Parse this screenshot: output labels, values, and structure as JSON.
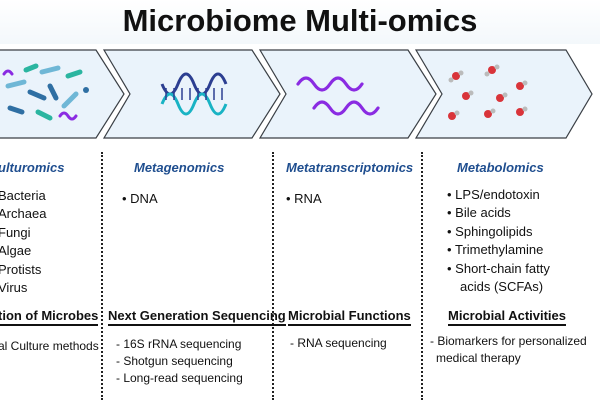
{
  "title": "Microbiome Multi-omics",
  "colors": {
    "arrow_fill": "#eaf3fb",
    "arrow_stroke": "#3a3f45",
    "header_blue": "#1f4e8f",
    "dna_blue": "#2c3e91",
    "dna_teal": "#19b3c4",
    "rna_purple": "#8a2be2",
    "molecule_red": "#d9343a"
  },
  "columns": [
    {
      "header": "ulturomics",
      "items": [
        "Bacteria",
        "Archaea",
        "Fungi",
        "Algae",
        "Protists",
        "Virus"
      ],
      "subhead": "tion of Microbes",
      "details": [
        "al Culture methods"
      ]
    },
    {
      "header": "Metagenomics",
      "items": [
        "DNA"
      ],
      "subhead": "Next Generation Sequencing",
      "details": [
        "- 16S rRNA sequencing",
        "- Shotgun sequencing",
        "- Long-read sequencing"
      ]
    },
    {
      "header": "Metatranscriptomics",
      "items": [
        "RNA"
      ],
      "subhead": "Microbial Functions",
      "details": [
        "- RNA sequencing"
      ]
    },
    {
      "header": "Metabolomics",
      "items": [
        "LPS/endotoxin",
        "Bile acids",
        "Sphingolipids",
        "Trimethylamine",
        "Short-chain fatty",
        "acids (SCFAs)"
      ],
      "subhead": "Microbial Activities",
      "details": [
        "- Biomarkers for personalized",
        "medical therapy"
      ]
    }
  ]
}
